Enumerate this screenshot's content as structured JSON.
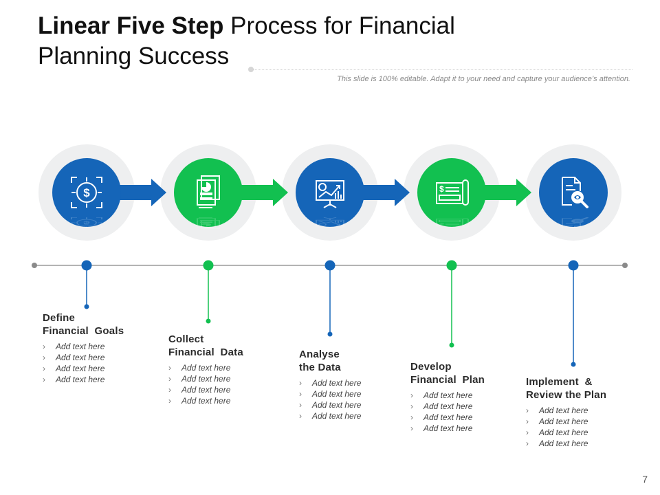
{
  "title": {
    "bold": "Linear Five Step",
    "regular_line1": " Process for Financial",
    "regular_line2": "Planning Success"
  },
  "subtitle": "This slide is 100% editable. Adapt it to your need and capture your audience’s attention.",
  "colors": {
    "blue": "#1565b8",
    "green": "#12c050",
    "ring": "#eeeff0",
    "timeline": "#9a9a9a"
  },
  "steps": [
    {
      "heading_lines": [
        "Define",
        "Financial  Goals"
      ],
      "bullets": [
        "Add text here",
        "Add text here",
        "Add text here",
        "Add text here"
      ],
      "color": "blue",
      "icon": "target-dollar-icon"
    },
    {
      "heading_lines": [
        "Collect",
        "Financial  Data"
      ],
      "bullets": [
        "Add text here",
        "Add text here",
        "Add text here",
        "Add text here"
      ],
      "color": "green",
      "icon": "financial-report-icon"
    },
    {
      "heading_lines": [
        "Analyse",
        "the Data"
      ],
      "bullets": [
        "Add text here",
        "Add text here",
        "Add text here",
        "Add text here"
      ],
      "color": "blue",
      "icon": "presentation-chart-icon"
    },
    {
      "heading_lines": [
        "Develop",
        "Financial  Plan"
      ],
      "bullets": [
        "Add text here",
        "Add text here",
        "Add text here",
        "Add text here"
      ],
      "color": "green",
      "icon": "financial-plan-scroll-icon"
    },
    {
      "heading_lines": [
        "Implement  &",
        "Review the Plan"
      ],
      "bullets": [
        "Add text here",
        "Add text here",
        "Add text here",
        "Add text here"
      ],
      "color": "blue",
      "icon": "document-review-icon"
    }
  ],
  "page_number": "7"
}
